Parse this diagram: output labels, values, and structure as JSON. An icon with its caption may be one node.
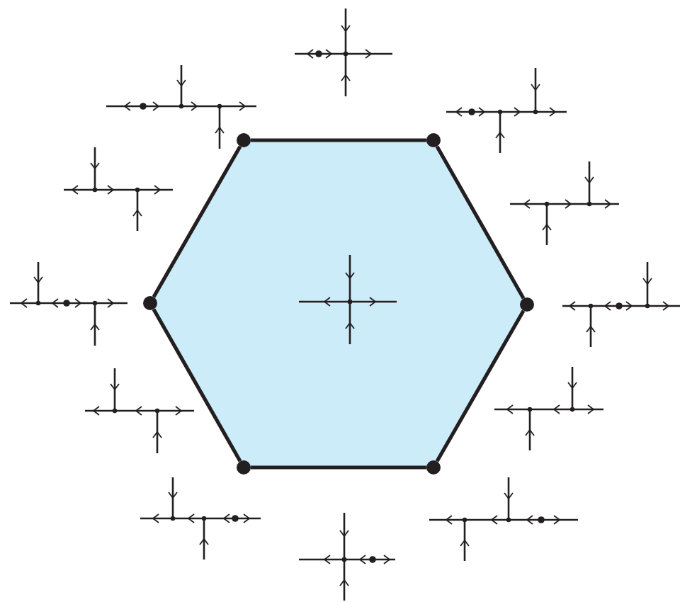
{
  "diagram": {
    "nodes": [
      {
        "text": [],
        "shape": "circle"
      },
      {
        "text": [],
        "shape": "circle"
      },
      {
        "text": [],
        "shape": "circle"
      },
      {
        "text": [],
        "shape": "circle"
      },
      {
        "text": [],
        "shape": "circle"
      },
      {
        "text": [],
        "shape": "circle"
      }
    ],
    "edges": [
      {
        "from": 0,
        "to": 1,
        "arrow": "none"
      },
      {
        "from": 1,
        "to": 2,
        "arrow": "none"
      },
      {
        "from": 2,
        "to": 3,
        "arrow": "none"
      },
      {
        "from": 3,
        "to": 4,
        "arrow": "none"
      },
      {
        "from": 4,
        "to": 5,
        "arrow": "none"
      },
      {
        "from": 5,
        "to": 0,
        "arrow": "none"
      }
    ]
  }
}
